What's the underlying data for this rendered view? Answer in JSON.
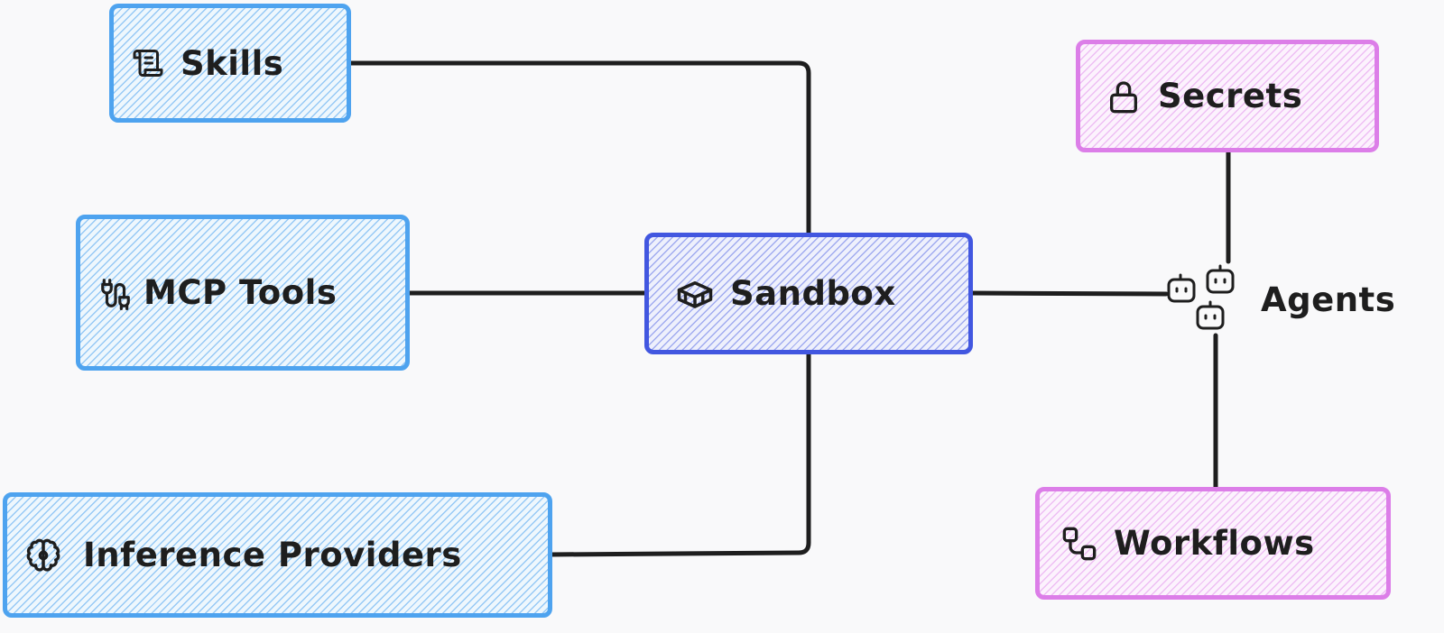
{
  "nodes": {
    "skills": {
      "label": "Skills",
      "icon": "scroll-icon"
    },
    "mcp_tools": {
      "label": "MCP Tools",
      "icon": "plug-icon"
    },
    "inference_providers": {
      "label": "Inference Providers",
      "icon": "brain-icon"
    },
    "sandbox": {
      "label": "Sandbox",
      "icon": "container-icon"
    },
    "secrets": {
      "label": "Secrets",
      "icon": "lock-icon"
    },
    "agents": {
      "label": "Agents",
      "icon": "robots-icon"
    },
    "workflows": {
      "label": "Workflows",
      "icon": "workflow-icon"
    }
  },
  "colors": {
    "capability_border": "#4ea3ef",
    "sandbox_border": "#4257e0",
    "agent_side_border": "#dc7ee8",
    "connector": "#1e1e1e"
  }
}
